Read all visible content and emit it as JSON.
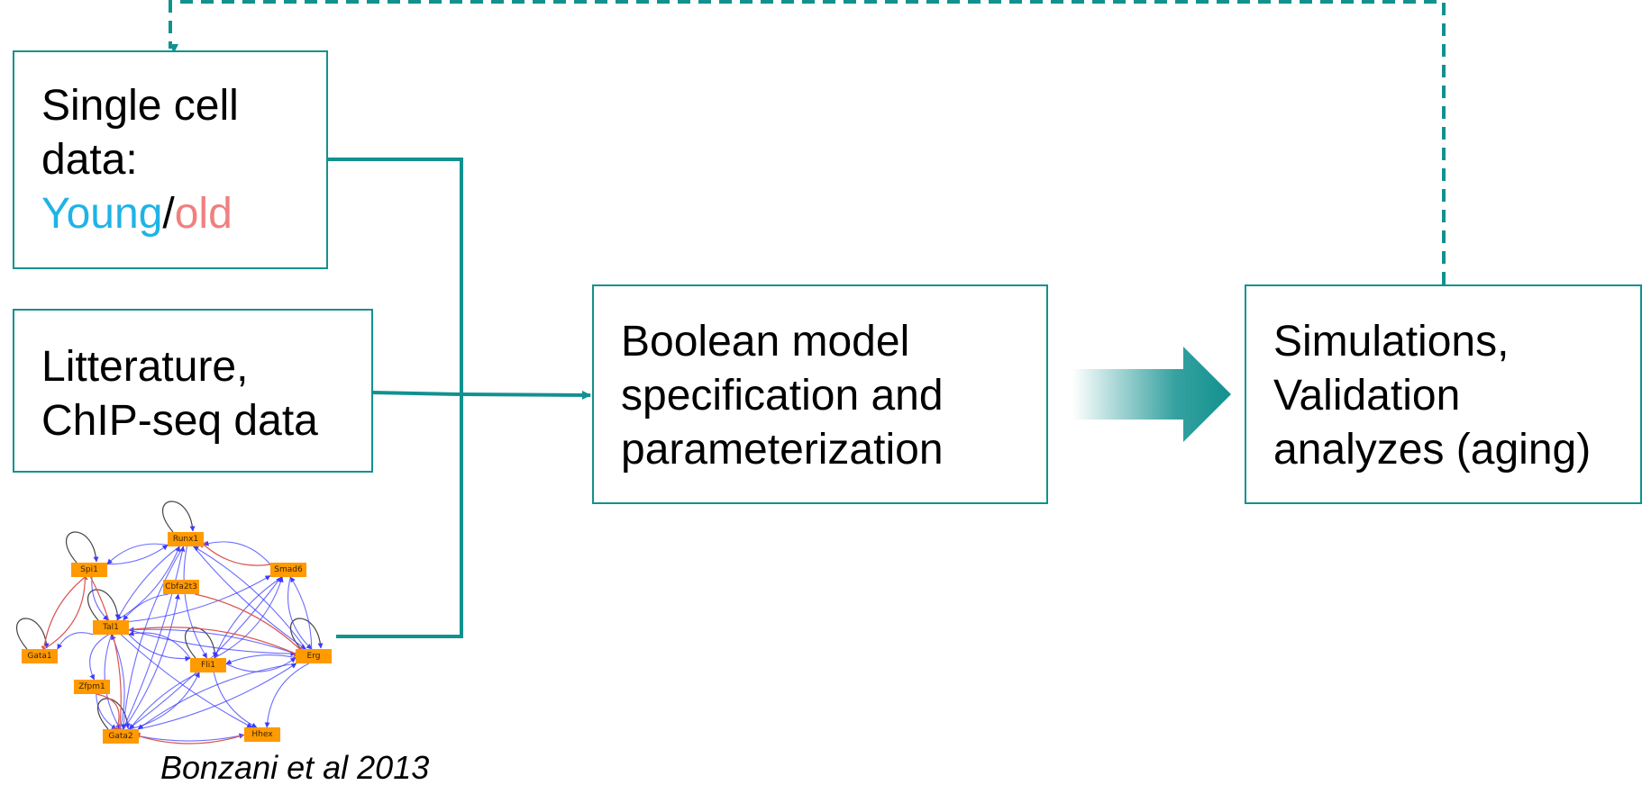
{
  "colors": {
    "teal": "#12918f",
    "young": "#1fb3e6",
    "old": "#f08080",
    "node_fill": "#ff9a00",
    "activation_edge": "#3b3bff",
    "inhibition_edge": "#d9534f",
    "self_loop_edge": "#444444"
  },
  "boxes": {
    "single_cell": {
      "line1": "Single cell",
      "line2": "data:",
      "young": "Young",
      "slash": "/",
      "old": "old"
    },
    "literature": {
      "line1": "Litterature,",
      "line2": "ChIP-seq data"
    },
    "boolean_model": {
      "line1": "Boolean model",
      "line2": "specification and",
      "line3": "parameterization"
    },
    "simulations": {
      "line1": "Simulations,",
      "line2": "Validation",
      "line3": "analyzes (aging)"
    }
  },
  "network": {
    "citation": "Bonzani et al 2013",
    "nodes": [
      "Runx1",
      "Spi1",
      "Smad6",
      "Cbfa2t3",
      "Tal1",
      "Gata1",
      "Fli1",
      "Erg",
      "Zfpm1",
      "Gata2",
      "Hhex"
    ],
    "activation_edges": [
      [
        "Spi1",
        "Runx1"
      ],
      [
        "Runx1",
        "Spi1"
      ],
      [
        "Smad6",
        "Runx1"
      ],
      [
        "Runx1",
        "Tal1"
      ],
      [
        "Tal1",
        "Runx1"
      ],
      [
        "Runx1",
        "Fli1"
      ],
      [
        "Runx1",
        "Erg"
      ],
      [
        "Tal1",
        "Smad6"
      ],
      [
        "Fli1",
        "Smad6"
      ],
      [
        "Erg",
        "Smad6"
      ],
      [
        "Smad6",
        "Fli1"
      ],
      [
        "Smad6",
        "Erg"
      ],
      [
        "Cbfa2t3",
        "Tal1"
      ],
      [
        "Tal1",
        "Fli1"
      ],
      [
        "Fli1",
        "Tal1"
      ],
      [
        "Tal1",
        "Erg"
      ],
      [
        "Erg",
        "Tal1"
      ],
      [
        "Fli1",
        "Erg"
      ],
      [
        "Erg",
        "Fli1"
      ],
      [
        "Tal1",
        "Gata1"
      ],
      [
        "Tal1",
        "Zfpm1"
      ],
      [
        "Zfpm1",
        "Gata2"
      ],
      [
        "Gata2",
        "Tal1"
      ],
      [
        "Tal1",
        "Gata2"
      ],
      [
        "Gata2",
        "Runx1"
      ],
      [
        "Gata2",
        "Cbfa2t3"
      ],
      [
        "Gata2",
        "Fli1"
      ],
      [
        "Fli1",
        "Gata2"
      ],
      [
        "Gata2",
        "Erg"
      ],
      [
        "Erg",
        "Gata2"
      ],
      [
        "Gata2",
        "Hhex"
      ],
      [
        "Fli1",
        "Hhex"
      ],
      [
        "Erg",
        "Hhex"
      ],
      [
        "Tal1",
        "Hhex"
      ],
      [
        "Gata2",
        "Smad6"
      ],
      [
        "Runx1",
        "Gata2"
      ],
      [
        "Spi1",
        "Tal1"
      ],
      [
        "Erg",
        "Runx1"
      ]
    ],
    "inhibition_edges": [
      [
        "Smad6",
        "Runx1"
      ],
      [
        "Spi1",
        "Gata1"
      ],
      [
        "Gata1",
        "Spi1"
      ],
      [
        "Spi1",
        "Gata2"
      ],
      [
        "Hhex",
        "Gata2"
      ],
      [
        "Tal1",
        "Erg"
      ],
      [
        "Cbfa2t3",
        "Erg"
      ],
      [
        "Zfpm1",
        "Gata2"
      ]
    ],
    "self_loops": [
      "Runx1",
      "Spi1",
      "Tal1",
      "Gata1",
      "Gata2",
      "Fli1",
      "Erg"
    ]
  }
}
